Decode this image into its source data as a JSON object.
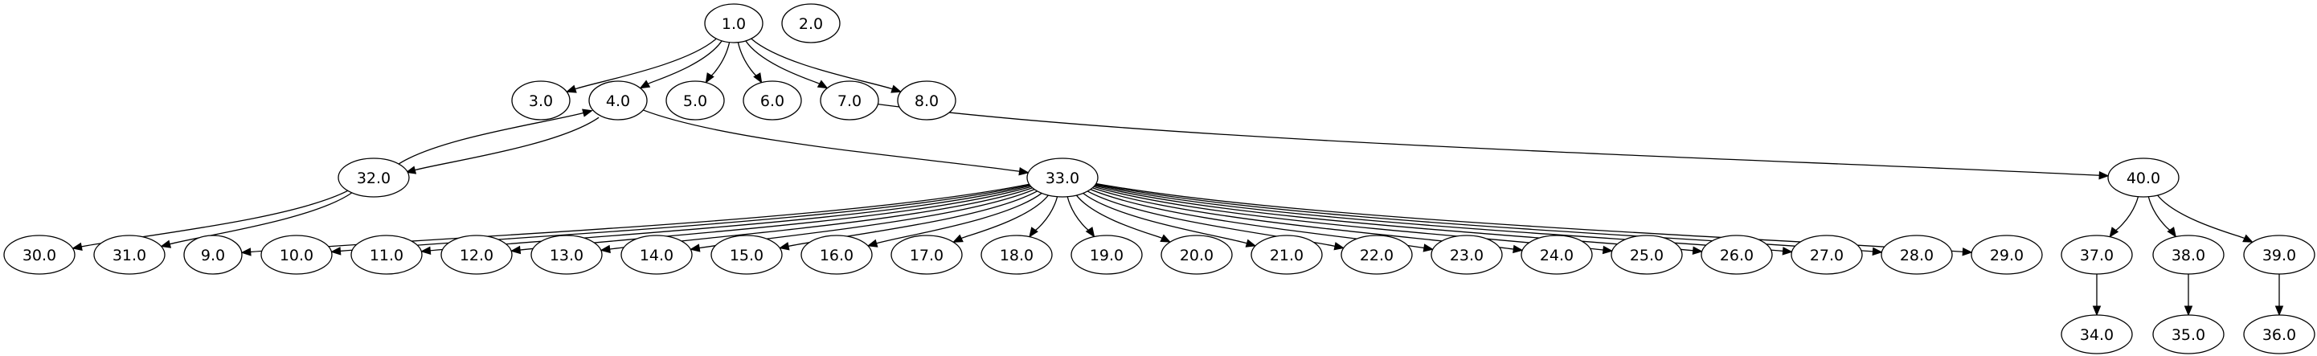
{
  "graph": {
    "type": "directed",
    "colors": {
      "stroke": "#000000",
      "fill": "#ffffff",
      "text": "#000000"
    },
    "nodes": [
      {
        "id": "1.0",
        "label": "1.0"
      },
      {
        "id": "2.0",
        "label": "2.0"
      },
      {
        "id": "3.0",
        "label": "3.0"
      },
      {
        "id": "4.0",
        "label": "4.0"
      },
      {
        "id": "5.0",
        "label": "5.0"
      },
      {
        "id": "6.0",
        "label": "6.0"
      },
      {
        "id": "7.0",
        "label": "7.0"
      },
      {
        "id": "8.0",
        "label": "8.0"
      },
      {
        "id": "32.0",
        "label": "32.0"
      },
      {
        "id": "33.0",
        "label": "33.0"
      },
      {
        "id": "40.0",
        "label": "40.0"
      },
      {
        "id": "30.0",
        "label": "30.0"
      },
      {
        "id": "31.0",
        "label": "31.0"
      },
      {
        "id": "9.0",
        "label": "9.0"
      },
      {
        "id": "10.0",
        "label": "10.0"
      },
      {
        "id": "11.0",
        "label": "11.0"
      },
      {
        "id": "12.0",
        "label": "12.0"
      },
      {
        "id": "13.0",
        "label": "13.0"
      },
      {
        "id": "14.0",
        "label": "14.0"
      },
      {
        "id": "15.0",
        "label": "15.0"
      },
      {
        "id": "16.0",
        "label": "16.0"
      },
      {
        "id": "17.0",
        "label": "17.0"
      },
      {
        "id": "18.0",
        "label": "18.0"
      },
      {
        "id": "19.0",
        "label": "19.0"
      },
      {
        "id": "20.0",
        "label": "20.0"
      },
      {
        "id": "21.0",
        "label": "21.0"
      },
      {
        "id": "22.0",
        "label": "22.0"
      },
      {
        "id": "23.0",
        "label": "23.0"
      },
      {
        "id": "24.0",
        "label": "24.0"
      },
      {
        "id": "25.0",
        "label": "25.0"
      },
      {
        "id": "26.0",
        "label": "26.0"
      },
      {
        "id": "27.0",
        "label": "27.0"
      },
      {
        "id": "28.0",
        "label": "28.0"
      },
      {
        "id": "29.0",
        "label": "29.0"
      },
      {
        "id": "37.0",
        "label": "37.0"
      },
      {
        "id": "38.0",
        "label": "38.0"
      },
      {
        "id": "39.0",
        "label": "39.0"
      },
      {
        "id": "34.0",
        "label": "34.0"
      },
      {
        "id": "35.0",
        "label": "35.0"
      },
      {
        "id": "36.0",
        "label": "36.0"
      }
    ],
    "edges": [
      {
        "from": "1.0",
        "to": "3.0"
      },
      {
        "from": "1.0",
        "to": "4.0"
      },
      {
        "from": "1.0",
        "to": "5.0"
      },
      {
        "from": "1.0",
        "to": "6.0"
      },
      {
        "from": "1.0",
        "to": "7.0"
      },
      {
        "from": "1.0",
        "to": "8.0"
      },
      {
        "from": "4.0",
        "to": "32.0"
      },
      {
        "from": "32.0",
        "to": "4.0"
      },
      {
        "from": "4.0",
        "to": "33.0"
      },
      {
        "from": "7.0",
        "to": "40.0"
      },
      {
        "from": "32.0",
        "to": "30.0"
      },
      {
        "from": "32.0",
        "to": "31.0"
      },
      {
        "from": "33.0",
        "to": "9.0"
      },
      {
        "from": "33.0",
        "to": "10.0"
      },
      {
        "from": "33.0",
        "to": "11.0"
      },
      {
        "from": "33.0",
        "to": "12.0"
      },
      {
        "from": "33.0",
        "to": "13.0"
      },
      {
        "from": "33.0",
        "to": "14.0"
      },
      {
        "from": "33.0",
        "to": "15.0"
      },
      {
        "from": "33.0",
        "to": "16.0"
      },
      {
        "from": "33.0",
        "to": "17.0"
      },
      {
        "from": "33.0",
        "to": "18.0"
      },
      {
        "from": "33.0",
        "to": "19.0"
      },
      {
        "from": "33.0",
        "to": "20.0"
      },
      {
        "from": "33.0",
        "to": "21.0"
      },
      {
        "from": "33.0",
        "to": "22.0"
      },
      {
        "from": "33.0",
        "to": "23.0"
      },
      {
        "from": "33.0",
        "to": "24.0"
      },
      {
        "from": "33.0",
        "to": "25.0"
      },
      {
        "from": "33.0",
        "to": "26.0"
      },
      {
        "from": "33.0",
        "to": "27.0"
      },
      {
        "from": "33.0",
        "to": "28.0"
      },
      {
        "from": "33.0",
        "to": "29.0"
      },
      {
        "from": "40.0",
        "to": "37.0"
      },
      {
        "from": "40.0",
        "to": "38.0"
      },
      {
        "from": "40.0",
        "to": "39.0"
      },
      {
        "from": "37.0",
        "to": "34.0"
      },
      {
        "from": "38.0",
        "to": "35.0"
      },
      {
        "from": "39.0",
        "to": "36.0"
      }
    ]
  }
}
